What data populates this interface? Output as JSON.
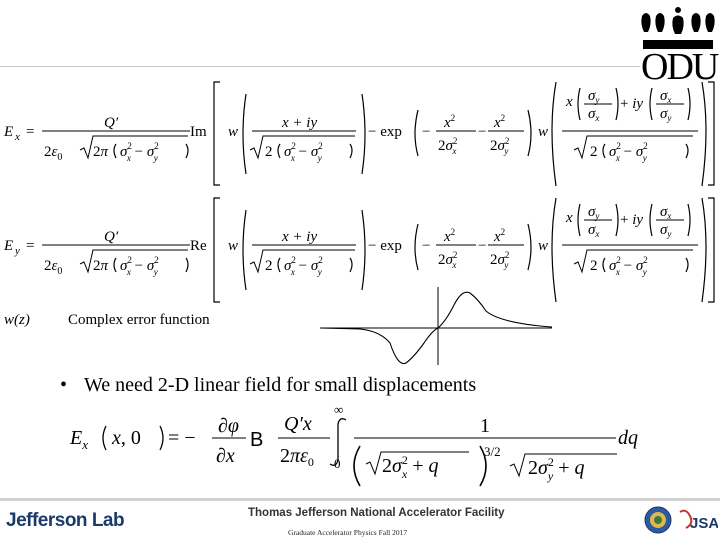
{
  "logo": {
    "text": "ODU"
  },
  "equations": {
    "ex_lhs": "E",
    "ex_sub": "x",
    "ey_lhs": "E",
    "ey_sub": "y",
    "numerator": "Q′",
    "im": "Im",
    "re": "Re",
    "exp": "exp",
    "w": "w"
  },
  "complex_error": {
    "symbol": "w(z)",
    "description": "Complex error function"
  },
  "bullet": {
    "marker": "•",
    "text": "We need 2-D linear field for small displacements"
  },
  "footer": {
    "lab_name_part1": "Jefferson",
    "lab_name_part2": "Lab",
    "facility": "Thomas Jefferson National Accelerator Facility",
    "course": "Graduate Accelerator Physics Fall 2017",
    "jsa": "JSA"
  },
  "colors": {
    "jlab_blue": "#1b3a6b",
    "rule_gray": "#c8c8c8"
  }
}
